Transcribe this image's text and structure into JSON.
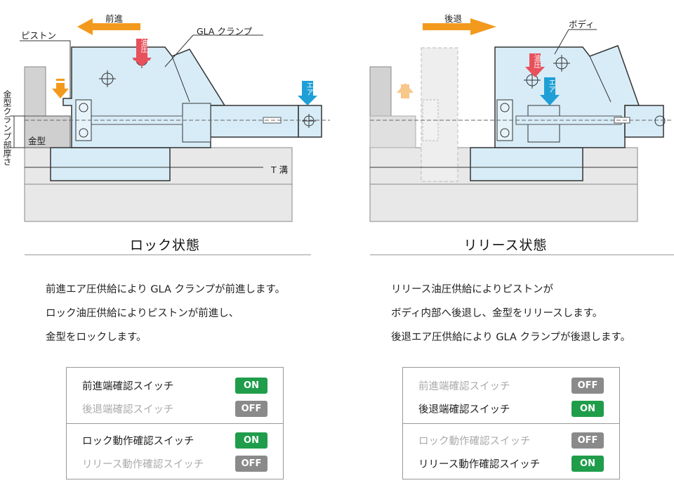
{
  "colors": {
    "body_fill": "#d7ecf7",
    "outline": "#333333",
    "ground": "#e8e8e8",
    "mold": "#d2d2d2",
    "arrow_orange": "#f39a1e",
    "arrow_orange_faded": "#f8c78a",
    "arrow_red": "#e8505b",
    "arrow_blue": "#1ea0d6",
    "on": "#1f9d4a",
    "off": "#8a8a8a"
  },
  "lock": {
    "diagram": {
      "direction_label": "前進",
      "piston_label": "ピストン",
      "clamp_label": "GLA クランプ",
      "hydraulic_label": "油圧",
      "air_label": "エア",
      "mold_label": "金型",
      "slot_label": "T 溝",
      "thickness_label": "金型クランプ部厚さ"
    },
    "title": "ロック状態",
    "description": [
      "前進エア圧供給により GLA クランプが前進します。",
      "ロック油圧供給によりピストンが前進し、",
      "金型をロックします。"
    ],
    "switches": [
      {
        "label": "前進端確認スイッチ",
        "state": "ON"
      },
      {
        "label": "後退端確認スイッチ",
        "state": "OFF"
      },
      {
        "label": "ロック動作確認スイッチ",
        "state": "ON"
      },
      {
        "label": "リリース動作確認スイッチ",
        "state": "OFF"
      }
    ]
  },
  "release": {
    "diagram": {
      "direction_label": "後退",
      "body_label": "ボディ",
      "hydraulic_label": "油圧",
      "air_label": "エア"
    },
    "title": "リリース状態",
    "description": [
      "リリース油圧供給によりピストンが",
      "ボディ内部へ後退し、金型をリリースします。",
      "後退エア圧供給により GLA クランプが後退します。"
    ],
    "switches": [
      {
        "label": "前進端確認スイッチ",
        "state": "OFF"
      },
      {
        "label": "後退端確認スイッチ",
        "state": "ON"
      },
      {
        "label": "ロック動作確認スイッチ",
        "state": "OFF"
      },
      {
        "label": "リリース動作確認スイッチ",
        "state": "ON"
      }
    ]
  }
}
